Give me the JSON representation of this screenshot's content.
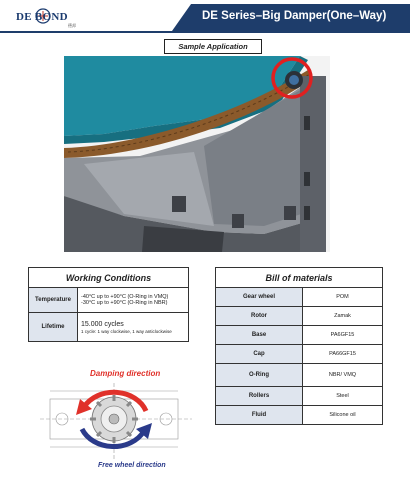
{
  "header": {
    "logo_text": "DE BOND",
    "logo_sub": "德邦",
    "banner_title": "DE Series–Big Damper(One–Way)"
  },
  "sample": {
    "label": "Sample Application"
  },
  "working_conditions": {
    "title": "Working Conditions",
    "temperature_label": "Temperature",
    "temperature_lines": [
      "-40°C up to +90°C (O-Ring in VMQ)",
      "-30°C up to +90°C (O-Ring in NBR)"
    ],
    "lifetime_label": "Lifetime",
    "lifetime_main": "15.000 cycles",
    "lifetime_note": "1 cycle: 1 way clockwise, 1 way anticlockwise"
  },
  "bill_of_materials": {
    "title": "Bill of materials",
    "rows": [
      {
        "part": "Gear wheel",
        "material": "POM"
      },
      {
        "part": "Rotor",
        "material": "Zamak"
      },
      {
        "part": "Base",
        "material": "PA6GF15"
      },
      {
        "part": "Cap",
        "material": "PA66GF15"
      },
      {
        "part": "O-Ring",
        "material": "NBR/ VMQ"
      },
      {
        "part": "Rollers",
        "material": "Steel"
      },
      {
        "part": "Fluid",
        "material": "Silicone oil"
      }
    ]
  },
  "diagram": {
    "damping_label": "Damping direction",
    "free_label": "Free wheel direction",
    "damping_color": "#e0312a",
    "free_color": "#2a3a8a"
  },
  "colors": {
    "brand_navy": "#1e3d6b",
    "bucket_teal": "#1f8ba0",
    "highlight_red": "#e02020"
  }
}
